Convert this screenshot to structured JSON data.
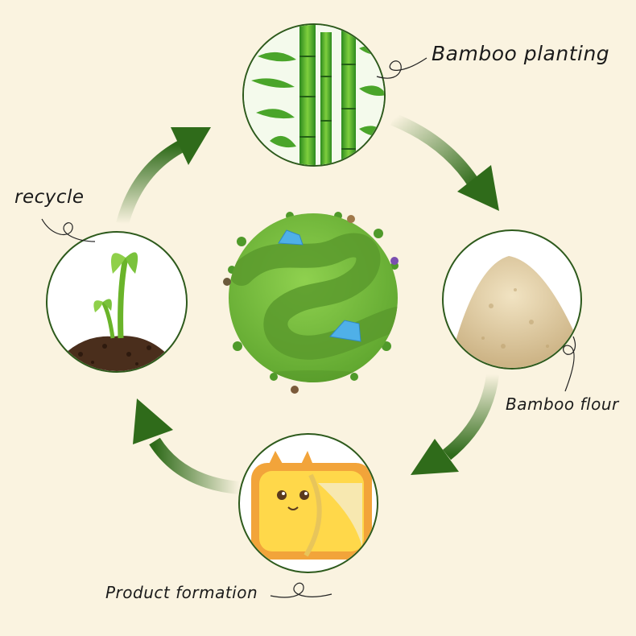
{
  "stages": {
    "planting": {
      "label": "Bamboo planting"
    },
    "flour": {
      "label": "Bamboo flour"
    },
    "product": {
      "label": "Product formation"
    },
    "recycle": {
      "label": "recycle"
    }
  },
  "colors": {
    "background": "#faf3e0",
    "arrow": "#2f6b1a",
    "circle_border": "#2d5a1c",
    "planet_green": "#7cc242",
    "planet_path": "#5fa032",
    "water": "#4fb0e8"
  },
  "icons": {
    "center": "planet-earth-icon",
    "planting": "bamboo-stalks-icon",
    "flour": "powder-pile-icon",
    "product": "cat-tray-icon",
    "recycle": "sprout-soil-icon"
  }
}
